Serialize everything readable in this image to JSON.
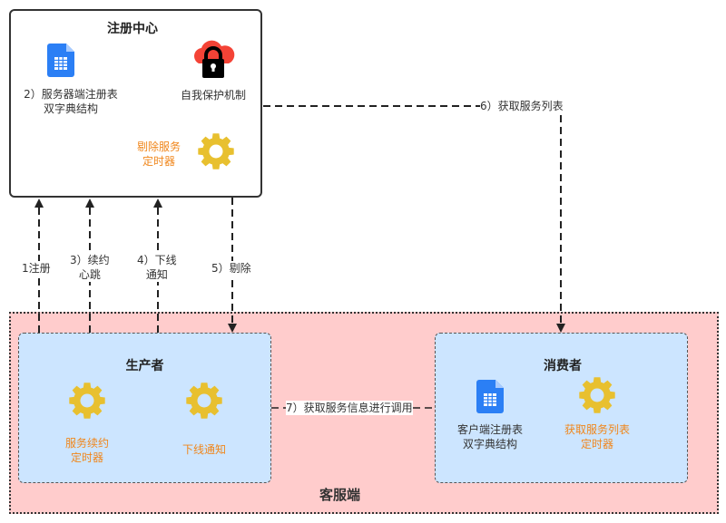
{
  "registry": {
    "title": "注册中心",
    "server_table_label_line1": "2）服务器端注册表",
    "server_table_label_line2": "双字典结构",
    "self_protect_label": "自我保护机制",
    "evict_timer_line1": "剔除服务",
    "evict_timer_line2": "定时器"
  },
  "client_zone": {
    "title": "客服端"
  },
  "producer": {
    "title": "生产者",
    "renew_timer_line1": "服务续约",
    "renew_timer_line2": "定时器",
    "offline_notice": "下线通知"
  },
  "consumer": {
    "title": "消费者",
    "client_table_line1": "客户端注册表",
    "client_table_line2": "双字典结构",
    "fetch_timer_line1": "获取服务列表",
    "fetch_timer_line2": "定时器"
  },
  "edges": {
    "register": "1注册",
    "renew_line1": "3）续约",
    "renew_line2": "心跳",
    "offline_line1": "4）下线",
    "offline_line2": "通知",
    "evict": "5）剔除",
    "fetch_list": "6）获取服务列表",
    "invoke": "7）获取服务信息进行调用"
  },
  "colors": {
    "registry_border": "#333333",
    "client_zone_fill": "#ffcccc",
    "service_box_fill": "#cce5ff",
    "timer_text": "#f0861b",
    "gear": "#e8c02f",
    "doc_icon": "#2b7ff5",
    "cloud": "#f44336"
  }
}
